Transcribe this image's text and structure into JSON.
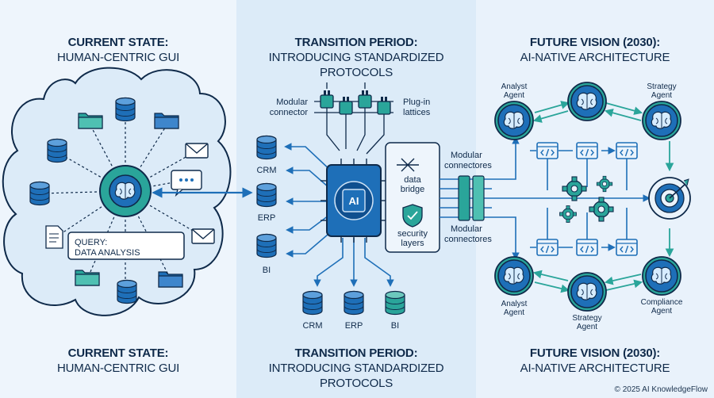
{
  "panels": {
    "current": {
      "title_line1": "CURRENT STATE:",
      "title_line2": "HUMAN-CENTRIC GUI",
      "query_label": "QUERY:",
      "query_value": "DATA ANALYSIS"
    },
    "transition": {
      "title_line1": "TRANSITION PERIOD:",
      "title_line2": "INTRODUCING STANDARDIZED PROTOCOLS",
      "modular_connector": [
        "Modular",
        "connector"
      ],
      "plugin_lattices": [
        "Plug-in",
        "lattices"
      ],
      "ai_label": "AI",
      "data_bridge": [
        "data",
        "bridge"
      ],
      "security_layers": [
        "security",
        "layers"
      ],
      "modular_connectores_top": [
        "Modular",
        "connectores"
      ],
      "modular_connectores_bottom": [
        "Modular",
        "connectores"
      ],
      "left_systems": [
        "CRM",
        "ERP",
        "BI"
      ],
      "bottom_systems": [
        "CRM",
        "ERP",
        "BI"
      ]
    },
    "future": {
      "title_line1": "FUTURE VISION (2030):",
      "title_line2": "AI-NATIVE ARCHITECTURE",
      "agent_tl": [
        "Analyst",
        "Agent"
      ],
      "agent_tr": [
        "Strategy",
        "Agent"
      ],
      "agent_bl": [
        "Analyst",
        "Agent"
      ],
      "agent_bc": [
        "Strategy",
        "Agent"
      ],
      "agent_br": [
        "Compliance",
        "Agent"
      ]
    }
  },
  "footer": {
    "copyright": "© 2025 AI KnowledgeFlow"
  },
  "colors": {
    "accent": "#1e6fb8",
    "teal": "#2aa59a",
    "navy": "#0f2a4a",
    "light": "#cfe3f6"
  }
}
